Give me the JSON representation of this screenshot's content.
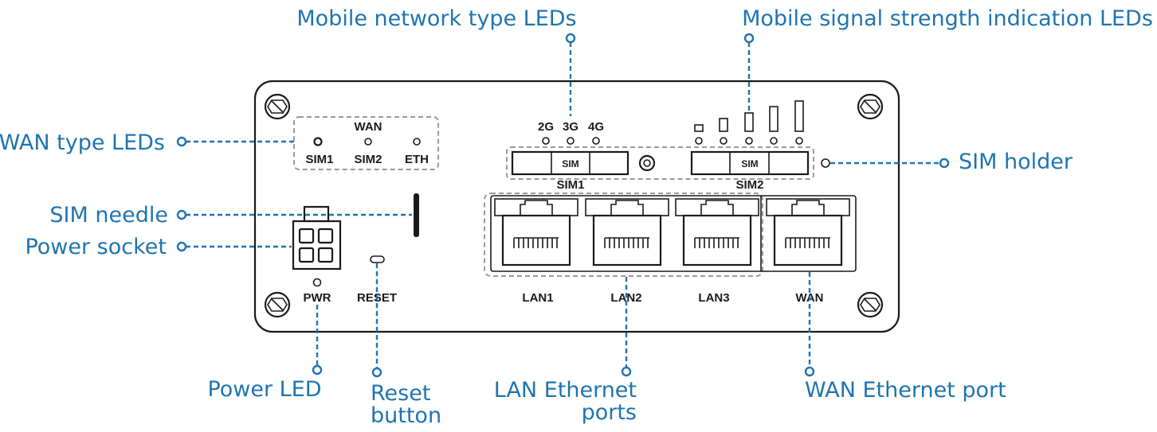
{
  "callouts": {
    "mobile_network_type_leds": "Mobile network type LEDs",
    "mobile_signal_strength_leds": "Mobile signal strength indication LEDs",
    "wan_type_leds": "WAN type LEDs",
    "sim_holder": "SIM holder",
    "sim_needle": "SIM needle",
    "power_socket": "Power socket",
    "power_led": "Power LED",
    "reset_button_line1": "Reset",
    "reset_button_line2": "button",
    "lan_ethernet_ports_line1": "LAN Ethernet",
    "lan_ethernet_ports_line2": "ports",
    "wan_ethernet_port": "WAN Ethernet port"
  },
  "device_labels": {
    "wan": "WAN",
    "sim1": "SIM1",
    "sim2": "SIM2",
    "eth": "ETH",
    "g2": "2G",
    "g3": "3G",
    "g4": "4G",
    "sim_slot": "SIM",
    "sim1_slot": "SIM1",
    "sim2_slot": "SIM2",
    "pwr": "PWR",
    "reset": "RESET",
    "lan1": "LAN1",
    "lan2": "LAN2",
    "lan3": "LAN3",
    "wan_port": "WAN"
  },
  "colors": {
    "callout": "#1f74b1",
    "outline": "#1a1a1a",
    "group_box": "#9a9a9a"
  }
}
